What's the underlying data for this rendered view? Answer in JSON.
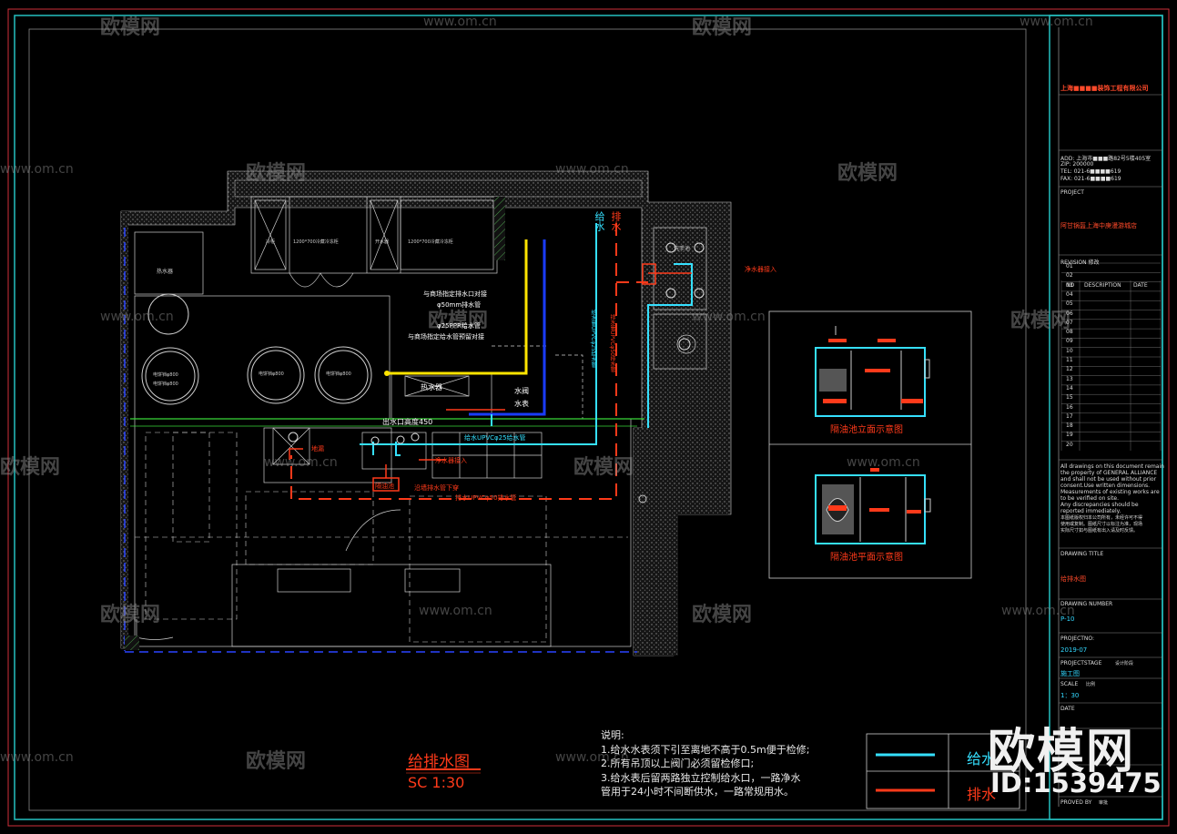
{
  "company": "上海■■■■装饰工程有限公司",
  "address": [
    "ADD: 上海市■■■路82号5楼405室",
    "ZIP: 200000",
    "TEL: 021-6■■■■619",
    "FAX: 021-6■■■■619"
  ],
  "project_label": "PROJECT",
  "project_name": "阿甘锅盔上海中庚漫游城店",
  "revision_label": "REVISION 修改",
  "revision_cols": [
    "NO",
    "DESCRIPTION",
    "DATE"
  ],
  "revision_rows": [
    "01",
    "02",
    "03",
    "04",
    "05",
    "06",
    "07",
    "08",
    "09",
    "10",
    "11",
    "12",
    "13",
    "14",
    "15",
    "16",
    "17",
    "18",
    "19",
    "20"
  ],
  "notice_en": [
    "All drawings on this document remain",
    "the property of GENERAL ALLIANCE",
    "and shall not be used without prior",
    "consent.Use written dimensions.",
    "Measurements of existing works are",
    "to be verified on site.",
    "Any discrepancies should be",
    "reported immediately."
  ],
  "notice_cn": [
    "本图纸版权归本公司所有，未经许可不得",
    "使用或复制。图纸尺寸以标注为准，现场",
    "实际尺寸如与图纸有出入请及时反馈。"
  ],
  "drawing_title_label": "DRAWING TITLE",
  "drawing_title": "给排水图",
  "drawing_number_label": "DRAWING NUMBER",
  "drawing_number": "P-10",
  "project_no_label": "PROJECTNO:",
  "project_no": "2019-07",
  "stage_label": "PROJECTSTAGE",
  "stage_sub": "设计阶段",
  "stage": "施工图",
  "scale_label": "SCALE",
  "scale_sub": "比例",
  "scale": "1：30",
  "date_label": "DATE",
  "proved_label": "PROVED BY",
  "proved_sub": "审批",
  "main_title": "给排水图",
  "main_scale": "SC  1:30",
  "notes_title": "说明:",
  "notes": [
    "1.给水水表须下引至离地不高于0.5m便于检修;",
    "2.所有吊顶以上阀门必须留检修口;",
    "3.给水表后留两路独立控制给水口，一路净水",
    "管用于24小时不间断供水，一路常规用水。"
  ],
  "legend": [
    {
      "label": "给水",
      "color": "#35e0ff"
    },
    {
      "label": "排水",
      "color": "#ff3a1a"
    }
  ],
  "pipe_labels": {
    "supply_vert": "给水",
    "drain_vert": "排水",
    "supply_riser": "给水管UPVCφ25给水管",
    "drain_riser": "排水管UPVCφ50排水管",
    "supply_horz": "给水UPVCφ25给水管",
    "drain_horz": "排水UPVCφ50排水管",
    "clean_water": "净水器接入",
    "floor_drain": "地漏",
    "drain_down": "沿墙排水管下穿",
    "outlet_height": "出水口高度450",
    "heater": "热水器",
    "valve": "水阀",
    "meter": "水表",
    "purifier": "净水器接入",
    "oil_trap": "隔油池",
    "sink": "洗手池"
  },
  "callouts": [
    "与商场指定排水口对接",
    "φ50mm排水管",
    "φ25PPR给水管",
    "与商场指定给水管预留对接"
  ],
  "cabinet_labels": [
    "1200*700冷藏冷冻柜",
    "1200*700冷藏冷冻柜",
    "冷柜",
    "开水器"
  ],
  "round_labels": [
    "电饼铛φ800",
    "电饼铛φ800",
    "电饼铛φ800",
    "电饼铛φ800"
  ],
  "section_title": "隔油池立面示意图",
  "plan_title": "隔油池平面示意图",
  "watermark": {
    "brand": "欧模网",
    "url": "www.om.cn",
    "big": "欧模网",
    "id": "ID:1539475"
  },
  "colors": {
    "cyan": "#35e0ff",
    "red": "#ff3a1a",
    "yellow": "#ffe400",
    "blue": "#1a3cff",
    "green": "#38d838",
    "frame": "#d0303a",
    "white": "#e8e8e8",
    "gray": "#a0a0a0"
  }
}
